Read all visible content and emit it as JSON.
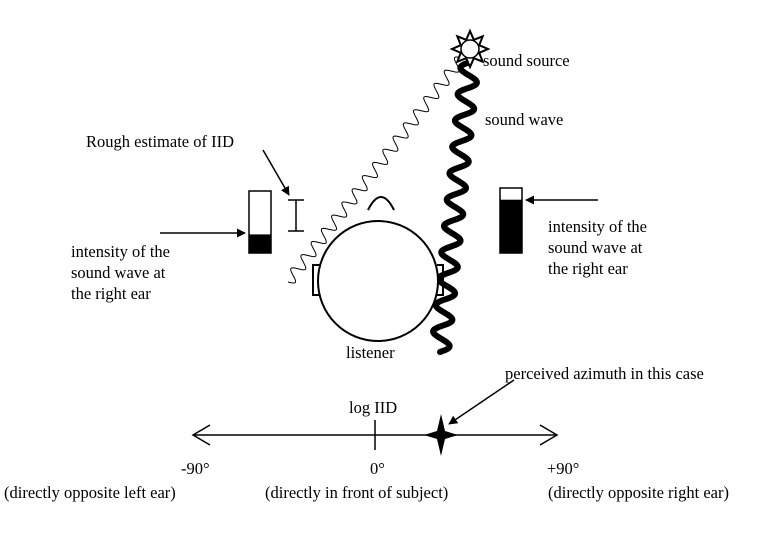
{
  "labels": {
    "sound_source": "sound source",
    "sound_wave": "sound wave",
    "rough_estimate": "Rough estimate of IID",
    "left_intensity": [
      "intensity of the",
      "sound wave at",
      "the right ear"
    ],
    "right_intensity": [
      "intensity of the",
      "sound wave at",
      "the right ear"
    ],
    "listener": "listener",
    "perceived_azimuth": "perceived azimuth in this case",
    "log_iid": "log IID"
  },
  "axis": {
    "left_value": "-90°",
    "center_value": "0°",
    "right_value": "+90°",
    "left_desc": "(directly opposite left ear)",
    "center_desc": "(directly in front of subject)",
    "right_desc": "(directly opposite right ear)"
  },
  "intensity": {
    "left_ear_fill": 0.3,
    "right_ear_fill": 0.82
  },
  "colors": {
    "ink": "#000000",
    "background": "#ffffff"
  }
}
